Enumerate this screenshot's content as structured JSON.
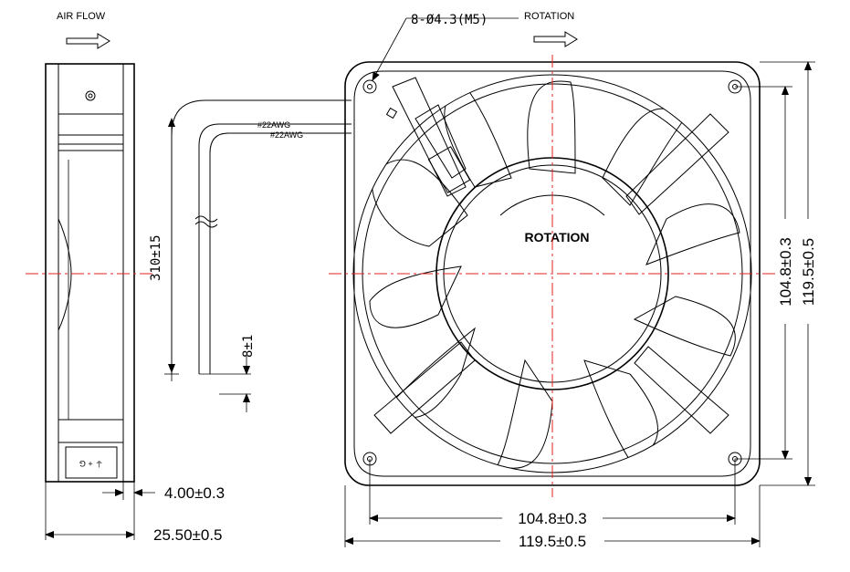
{
  "labels": {
    "air_flow": "AIR FLOW",
    "rotation_top": "ROTATION",
    "rotation_hub": "ROTATION",
    "mount_holes": "8-Ø4.3(M5)",
    "wire_awg_1": "#22AWG",
    "wire_awg_2": "#22AWG",
    "lead_length": "310±15",
    "strip_length": "8±1",
    "label_symbols": "⏚ + G",
    "label_g": "G"
  },
  "dimensions": {
    "flange_thickness": "4.00±0.3",
    "fan_depth": "25.50±0.5",
    "hole_spacing_h": "104.8±0.3",
    "overall_width": "119.5±0.5",
    "hole_spacing_v": "104.8±0.3",
    "overall_height": "119.5±0.5"
  }
}
